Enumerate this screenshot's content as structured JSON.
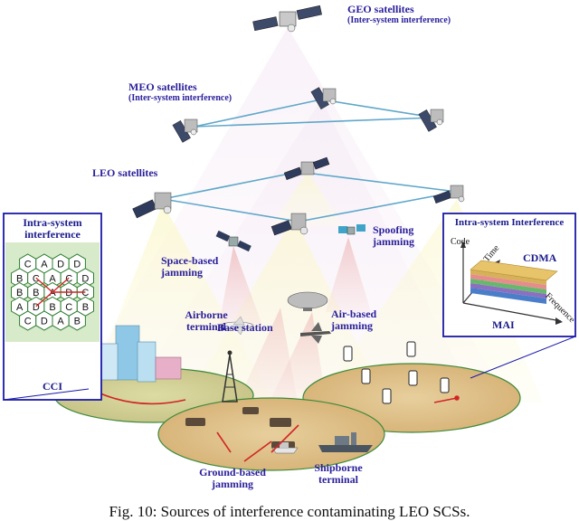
{
  "satellites": {
    "geo": {
      "title": "GEO satellites",
      "sub": "(Inter-system interference)"
    },
    "meo": {
      "title": "MEO satellites",
      "sub": "(Inter-system interference)"
    },
    "leo": {
      "title": "LEO satellites"
    }
  },
  "jamming": {
    "space": "Space-based jamming",
    "spoofing": "Spoofing jamming",
    "air": "Air-based jamming",
    "ground": "Ground-based jamming"
  },
  "terminals": {
    "airborne": "Airborne terminal",
    "base_station": "Base station",
    "shipborne": "Shipborne terminal"
  },
  "left_box": {
    "title_line1": "Intra-system",
    "title_line2": "interference",
    "footer": "CCI",
    "cells": [
      "C",
      "A",
      "D",
      "D",
      "B",
      "C",
      "A",
      "C",
      "D",
      "B",
      "B",
      "A",
      "D",
      "C",
      "A",
      "D",
      "B",
      "C",
      "B",
      "C",
      "D",
      "A",
      "B"
    ]
  },
  "right_box": {
    "title": "Intra-system Interference",
    "code_axis": "Code",
    "time_axis": "Time",
    "freq_axis": "Frequence",
    "scheme": "CDMA",
    "footer": "MAI"
  },
  "caption": "Fig. 10: Sources of interference contaminating LEO SCSs."
}
